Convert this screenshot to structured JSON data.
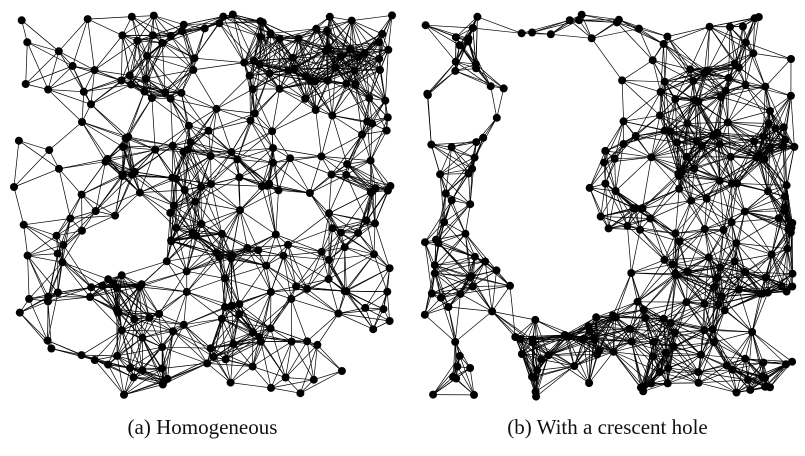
{
  "figure": {
    "panels": [
      {
        "id": "a",
        "label": "(a)",
        "title": "Homogeneous",
        "hole": "none"
      },
      {
        "id": "b",
        "label": "(b)",
        "title": "With a crescent hole",
        "hole": "crescent"
      }
    ]
  },
  "colors": {
    "node": "#000000",
    "edge": "#000000",
    "background": "#ffffff"
  },
  "graph_style": {
    "type": "random geometric network",
    "nodes_per_panel": 260
  }
}
